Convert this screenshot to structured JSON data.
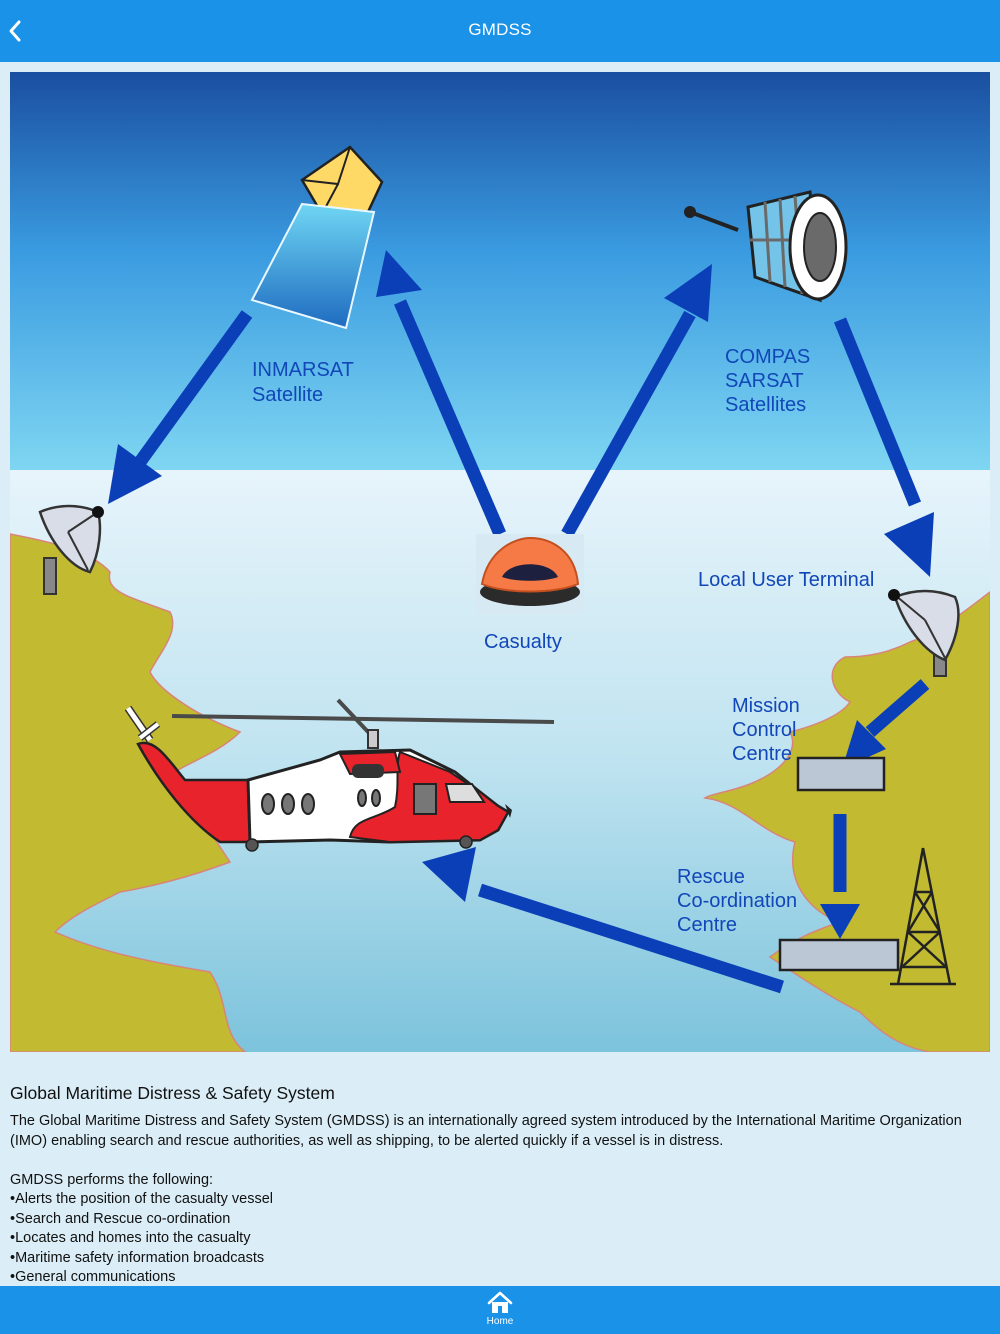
{
  "header": {
    "title": "GMDSS",
    "back_icon": "chevron-left-icon"
  },
  "diagram": {
    "labels": {
      "inmarsat_line1": "INMARSAT",
      "inmarsat_line2": "Satellite",
      "compas_line1": "COMPAS",
      "compas_line2": "SARSAT",
      "compas_line3": "Satellites",
      "local_user_terminal": "Local User Terminal",
      "casualty": "Casualty",
      "mission_line1": "Mission",
      "mission_line2": "Control",
      "mission_line3": "Centre",
      "rescue_line1": "Rescue",
      "rescue_line2": "Co-ordination",
      "rescue_line3": "Centre"
    },
    "colors": {
      "sky_top": "#1a4fa0",
      "sky_bottom": "#7fd6f2",
      "sea": "#a9d8ea",
      "land": "#c2bb32",
      "arrow": "#0a3fb8",
      "label": "#1147b8"
    }
  },
  "content": {
    "heading": "Global Maritime Distress & Safety System",
    "intro": "The Global Maritime Distress and Safety System (GMDSS) is an internationally agreed system introduced by the International Maritime Organization (IMO) enabling search and rescue authorities, as well as shipping, to be alerted quickly if a vessel is in distress.",
    "list_title": "GMDSS performs the following:",
    "items": [
      "Alerts the position of the casualty vessel",
      "Search and Rescue co-ordination",
      "Locates and homes into the casualty",
      "Maritime safety information broadcasts",
      "General communications"
    ]
  },
  "tabbar": {
    "home_label": "Home",
    "home_icon": "home-icon"
  }
}
